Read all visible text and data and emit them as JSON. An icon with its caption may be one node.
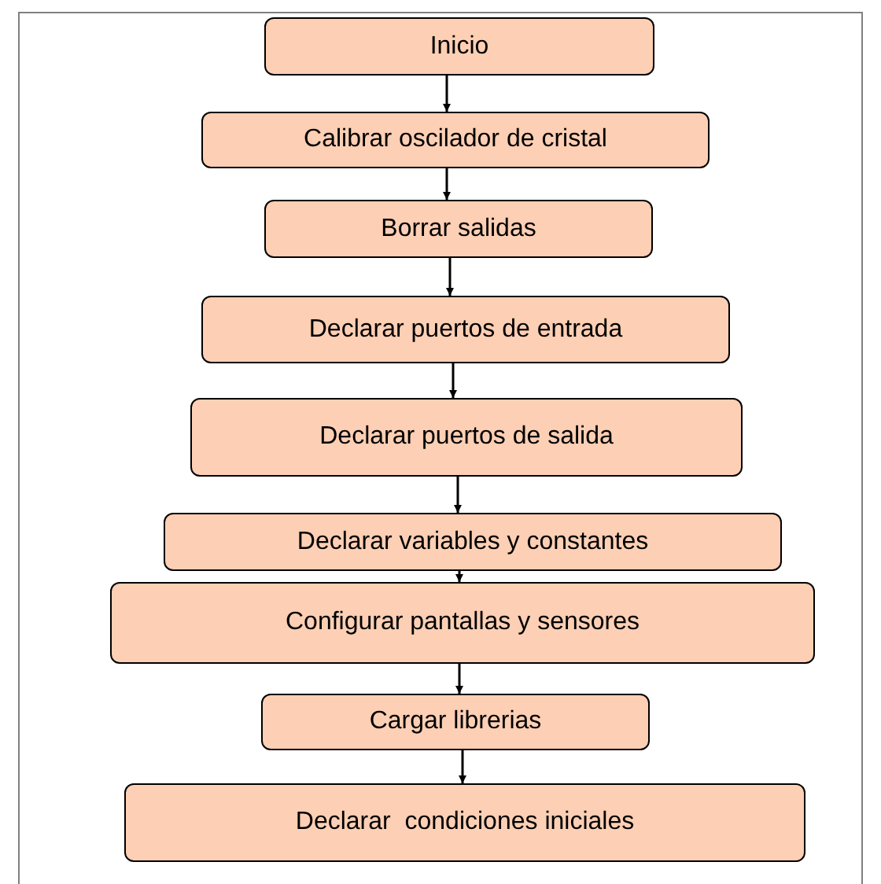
{
  "diagram": {
    "nodes": [
      {
        "text": [
          "Inicio"
        ]
      },
      {
        "text": [
          "Calibrar oscilador de cristal"
        ]
      },
      {
        "text": [
          "Borrar salidas"
        ]
      },
      {
        "text": [
          "Declarar puertos de entrada"
        ]
      },
      {
        "text": [
          "Declarar puertos de salida"
        ]
      },
      {
        "text": [
          "Declarar variables y constantes"
        ]
      },
      {
        "text": [
          "Configurar pantallas y sensores"
        ]
      },
      {
        "text": [
          "Cargar librerias"
        ]
      },
      {
        "text": [
          "Declarar  condiciones iniciales"
        ]
      }
    ],
    "edges": [
      {
        "from": 0,
        "to": 1,
        "arrow": "to"
      },
      {
        "from": 1,
        "to": 2,
        "arrow": "to"
      },
      {
        "from": 2,
        "to": 3,
        "arrow": "to"
      },
      {
        "from": 3,
        "to": 4,
        "arrow": "to"
      },
      {
        "from": 4,
        "to": 5,
        "arrow": "to"
      },
      {
        "from": 5,
        "to": 6,
        "arrow": "to"
      },
      {
        "from": 6,
        "to": 7,
        "arrow": "to"
      },
      {
        "from": 7,
        "to": 8,
        "arrow": "to"
      }
    ]
  }
}
